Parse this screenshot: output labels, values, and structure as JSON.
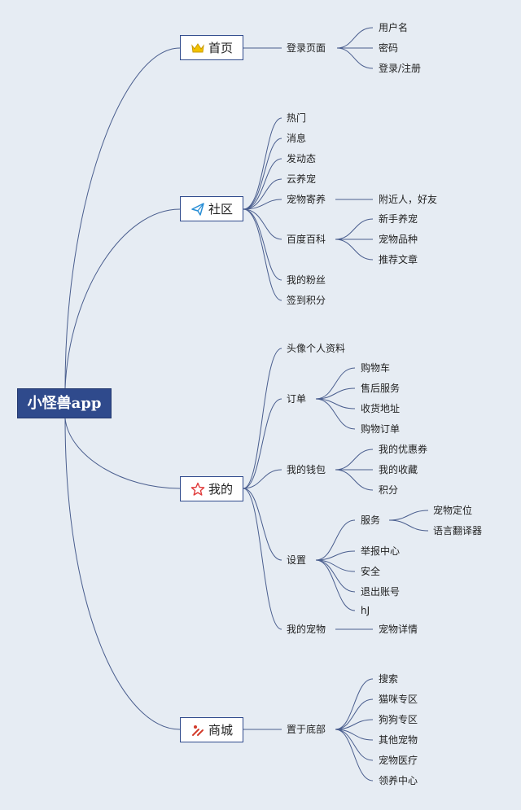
{
  "root": {
    "label": "小怪兽app"
  },
  "branches": [
    {
      "label": "首页",
      "icon": "crown-icon"
    },
    {
      "label": "社区",
      "icon": "paper-plane-icon"
    },
    {
      "label": "我的",
      "icon": "star-icon"
    },
    {
      "label": "商城",
      "icon": "tools-icon"
    }
  ],
  "shouye": {
    "login_page": "登录页面",
    "username": "用户名",
    "password": "密码",
    "login_register": "登录/注册"
  },
  "shequ": {
    "hot": "热门",
    "messages": "消息",
    "post_update": "发动态",
    "cloud_pet": "云养宠",
    "pet_boarding": "宠物寄养",
    "nearby_friends": "附近人，好友",
    "baidu_baike": "百度百科",
    "newbie_pet": "新手养宠",
    "pet_breeds": "宠物品种",
    "recommended_articles": "推荐文章",
    "my_fans": "我的粉丝",
    "checkin_points": "签到积分"
  },
  "wode": {
    "avatar_profile": "头像个人资料",
    "orders": "订单",
    "cart": "购物车",
    "after_sales": "售后服务",
    "shipping_address": "收货地址",
    "purchase_orders": "购物订单",
    "wallet": "我的钱包",
    "coupons": "我的优惠券",
    "favorites": "我的收藏",
    "points": "积分",
    "settings": "设置",
    "services": "服务",
    "pet_location": "宠物定位",
    "language_translator": "语言翻译器",
    "report_center": "举报中心",
    "security": "安全",
    "logout": "退出账号",
    "hj": "hJ",
    "my_pets": "我的宠物",
    "pet_details": "宠物详情"
  },
  "shangcheng": {
    "bottom_placement": "置于底部",
    "search": "搜索",
    "cat_zone": "猫咪专区",
    "dog_zone": "狗狗专区",
    "other_pets": "其他宠物",
    "pet_medical": "宠物医疗",
    "adoption_center": "领养中心"
  },
  "colors": {
    "background": "#e6ecf3",
    "root_fill": "#2f4a8c",
    "connector": "#4a5e8e",
    "crown": "#f2c200",
    "plane": "#2a8fd6",
    "star": "#e03a3a"
  }
}
